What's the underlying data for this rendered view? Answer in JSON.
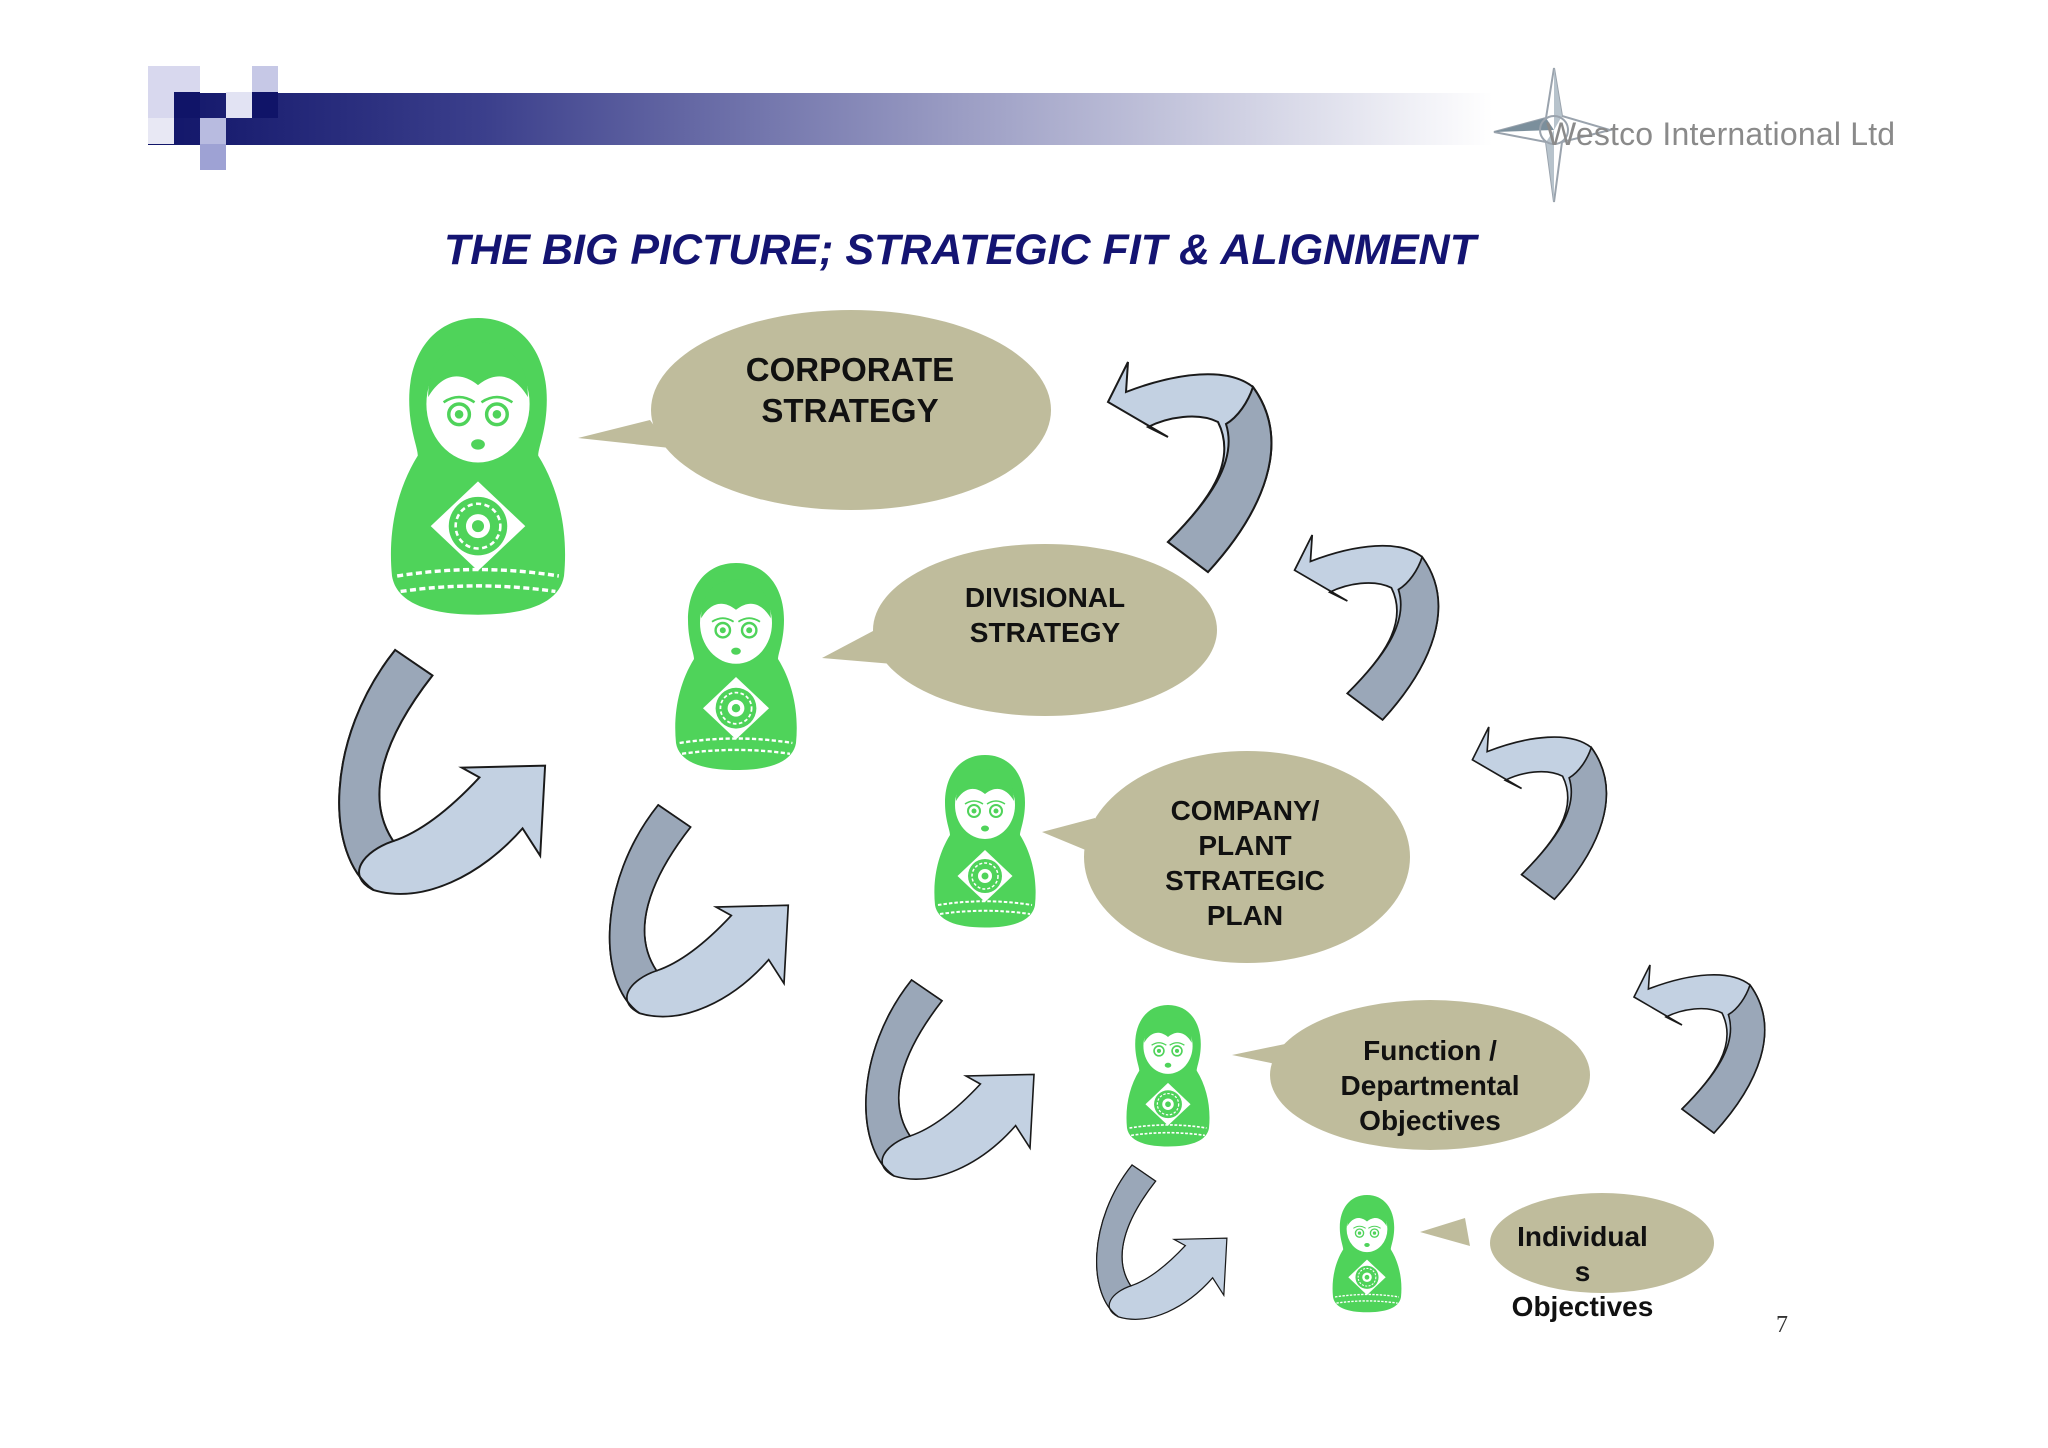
{
  "header": {
    "company_name": "Westco International Ltd",
    "accent_color": "#141472"
  },
  "slide": {
    "title": "THE BIG PICTURE; STRATEGIC FIT & ALIGNMENT",
    "page_number": "7"
  },
  "levels": [
    {
      "lines": [
        "CORPORATE",
        "STRATEGY"
      ]
    },
    {
      "lines": [
        "DIVISIONAL",
        "STRATEGY"
      ]
    },
    {
      "lines": [
        "COMPANY/",
        "PLANT",
        "STRATEGIC",
        "PLAN"
      ]
    },
    {
      "lines": [
        "Function /",
        "Departmental",
        "Objectives"
      ]
    },
    {
      "lines": [
        "Individual",
        "s",
        "Objectives"
      ]
    }
  ],
  "colors": {
    "doll_green": "#4fd35a",
    "bubble_fill": "#bfbc9c",
    "arrow_light": "#c3d1e2",
    "arrow_dark": "#9aa7b8"
  },
  "icons": {
    "doll": "matryoshka-doll-icon",
    "logo": "compass-star-icon",
    "arrow": "curved-arrow-icon"
  }
}
